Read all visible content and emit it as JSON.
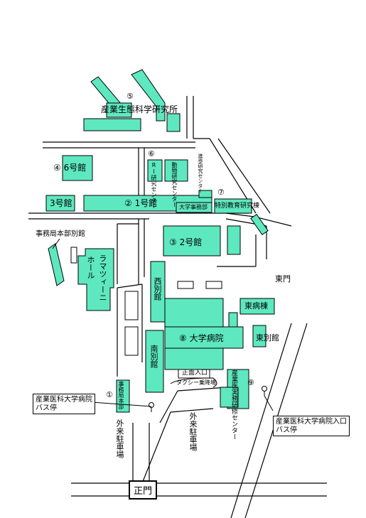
{
  "colors": {
    "building": "#5ee8c0",
    "road": "#000000",
    "background": "#ffffff"
  },
  "labels": {
    "inst_ecology": "産業生態科学研究所",
    "num5": "⑤",
    "num4_bldg6": "④ 6号館",
    "num6": "⑥",
    "ri_center": "RI研究センター",
    "animal_center": "動物研究センター",
    "advanced_center": "進歩研究センター",
    "bldg3": "3号館",
    "bldg1": "② 1号館",
    "num7": "⑦",
    "univ_office": "大学事務部",
    "special_ed": "特別教育研究棟",
    "office_annex": "事務局本部別館",
    "ramazzini_1": "ラマツィーニ",
    "ramazzini_2": "ホール",
    "bldg2": "③ 2号館",
    "east_gate": "東門",
    "west_annex": "西別館",
    "east_ward": "東病棟",
    "east_annex": "東別館",
    "univ_hospital": "⑧ 大学病院",
    "south_annex": "南別館",
    "main_entrance": "正面入口",
    "taxi_stand": "タクシー乗降場",
    "training_center": "産業医実務研修センター",
    "num9": "⑨",
    "num1": "①",
    "head_office": "事務局本部",
    "bus_stop_1": "産業医科大学病院\nバス停",
    "bus_stop_2": "産業医科大学病院入口\nバス停",
    "outpatient_parking_1": "外来駐車場",
    "outpatient_parking_2": "外来駐車場",
    "main_gate": "正門"
  },
  "icons": [
    "bus-stop-icon",
    "bus-stop-icon"
  ]
}
